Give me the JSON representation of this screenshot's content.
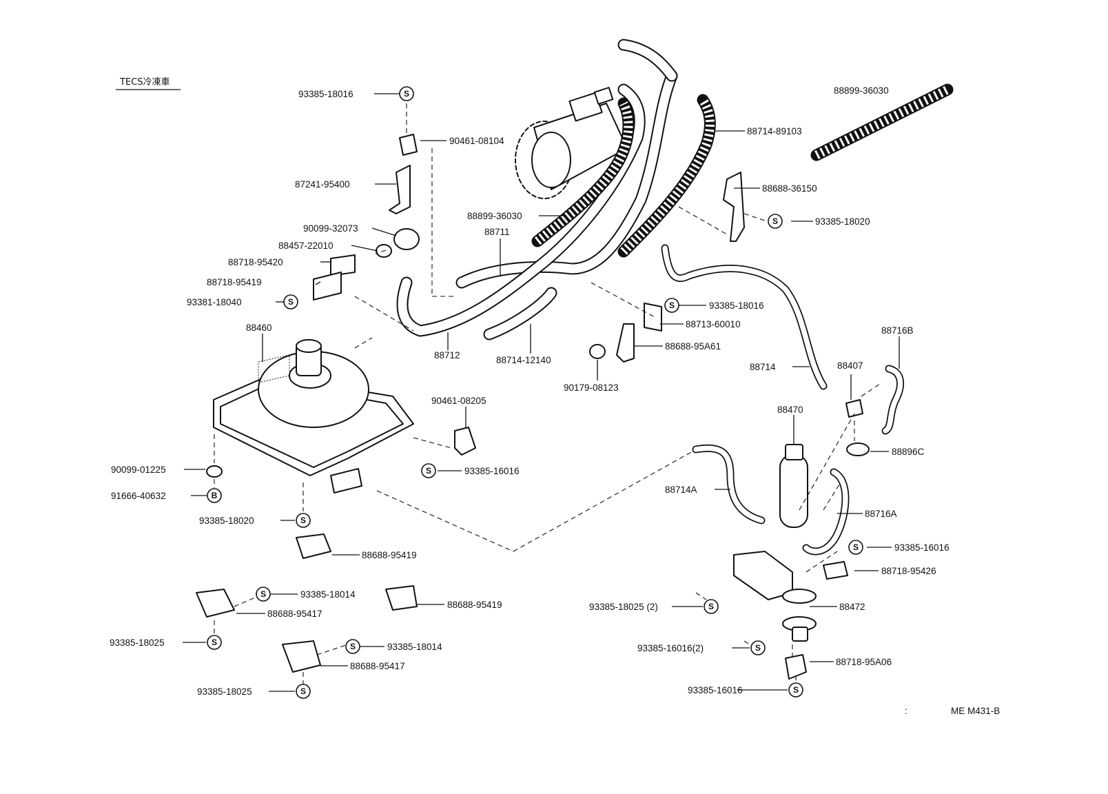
{
  "header": {
    "title": "TECS冷凍車"
  },
  "footer": {
    "code": "ME M431-B",
    "mark": ":"
  },
  "labels": [
    {
      "id": "l1",
      "text": "93385-18016"
    },
    {
      "id": "l2",
      "text": "90461-08104"
    },
    {
      "id": "l3",
      "text": "87241-95400"
    },
    {
      "id": "l4",
      "text": "90099-32073"
    },
    {
      "id": "l5",
      "text": "88457-22010"
    },
    {
      "id": "l6",
      "text": "88718-95420"
    },
    {
      "id": "l7",
      "text": "88718-95419"
    },
    {
      "id": "l8",
      "text": "93381-18040"
    },
    {
      "id": "l9",
      "text": "88460"
    },
    {
      "id": "l10",
      "text": "88711"
    },
    {
      "id": "l11",
      "text": "88899-36030"
    },
    {
      "id": "l12",
      "text": "88899-36030"
    },
    {
      "id": "l13",
      "text": "88714-89103"
    },
    {
      "id": "l14",
      "text": "88688-36150"
    },
    {
      "id": "l15",
      "text": "93385-18020"
    },
    {
      "id": "l16",
      "text": "93385-18016"
    },
    {
      "id": "l17",
      "text": "88713-60010"
    },
    {
      "id": "l18",
      "text": "88688-95A61"
    },
    {
      "id": "l19",
      "text": "90179-08123"
    },
    {
      "id": "l20",
      "text": "88712"
    },
    {
      "id": "l21",
      "text": "88714-12140"
    },
    {
      "id": "l22",
      "text": "88714"
    },
    {
      "id": "l23",
      "text": "88407"
    },
    {
      "id": "l24",
      "text": "88716B"
    },
    {
      "id": "l25",
      "text": "88470"
    },
    {
      "id": "l26",
      "text": "88896C"
    },
    {
      "id": "l27",
      "text": "90461-08205"
    },
    {
      "id": "l28",
      "text": "93385-16016"
    },
    {
      "id": "l29",
      "text": "90099-01225"
    },
    {
      "id": "l30",
      "text": "91666-40632"
    },
    {
      "id": "l31",
      "text": "93385-18020"
    },
    {
      "id": "l32",
      "text": "88688-95419"
    },
    {
      "id": "l33",
      "text": "88714A"
    },
    {
      "id": "l34",
      "text": "88716A"
    },
    {
      "id": "l35",
      "text": "93385-16016"
    },
    {
      "id": "l36",
      "text": "88718-95426"
    },
    {
      "id": "l37",
      "text": "93385-18014"
    },
    {
      "id": "l38",
      "text": "88688-95417"
    },
    {
      "id": "l39",
      "text": "88688-95419"
    },
    {
      "id": "l40",
      "text": "93385-18025"
    },
    {
      "id": "l41",
      "text": "93385-18014"
    },
    {
      "id": "l42",
      "text": "88688-95417"
    },
    {
      "id": "l43",
      "text": "93385-18025"
    },
    {
      "id": "l44",
      "text": "93385-18025 (2)"
    },
    {
      "id": "l45",
      "text": "88472"
    },
    {
      "id": "l46",
      "text": "93385-16016(2)"
    },
    {
      "id": "l47",
      "text": "88718-95A06"
    },
    {
      "id": "l48",
      "text": "93385-16016"
    }
  ],
  "symbols": {
    "screw": "S",
    "bolt": "B"
  }
}
